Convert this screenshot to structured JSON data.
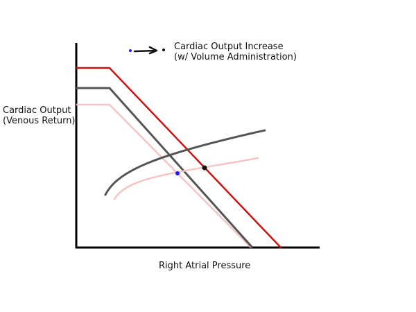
{
  "legend": {
    "line1": "Cardiac Output Increase",
    "line2": "(w/ Volume Administration)"
  },
  "axes": {
    "y_label_line1": "Cardiac Output",
    "y_label_line2": "(Venous Return)",
    "x_label": "Right Atrial Pressure"
  },
  "colors": {
    "axis": "#000000",
    "venous_return_high": "#cc1111",
    "venous_return_mid": "#555555",
    "venous_return_low": "#f5c4c4",
    "cardiac_function_dark": "#555555",
    "cardiac_function_light": "#f5c4c4",
    "point_initial": "#1a1aff",
    "point_final": "#111111",
    "arrow": "#111111"
  }
}
